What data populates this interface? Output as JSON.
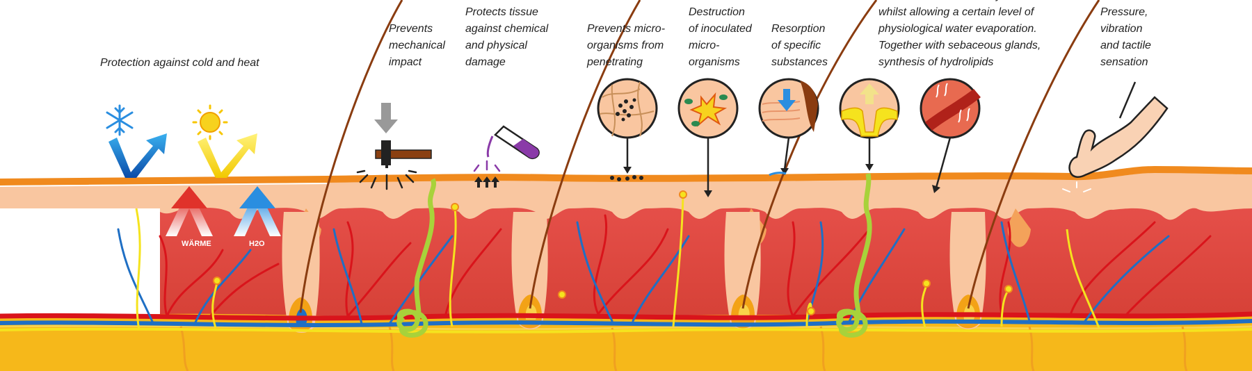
{
  "captions": [
    {
      "id": "thermal",
      "text": "Protection against cold and heat"
    },
    {
      "id": "mechanical",
      "text": "Prevents\nmechanical\nimpact"
    },
    {
      "id": "chemical",
      "text": "Protects tissue\nagainst chemical\nand physical\ndamage"
    },
    {
      "id": "microorganisms-penetrating",
      "text": "Prevents micro-\norganisms from\npenetrating"
    },
    {
      "id": "microorganisms-destruction",
      "text": "Destruction\nof inoculated\nmicro-\norganisms"
    },
    {
      "id": "resorption",
      "text": "Resorption\nof specific\nsubstances"
    },
    {
      "id": "dehydration",
      "text": "Prevents excessive dehydration,\nwhilst allowing a certain level of\nphysiological water evaporation.\nTogether with sebaceous glands,\nsynthesis of hydrolipids"
    },
    {
      "id": "sensation",
      "text": "Pressure,\nvibration\nand tactile\nsensation"
    }
  ],
  "arrow_labels": {
    "heat": "WÄRME",
    "water": "H2O"
  },
  "icons": [
    "snowflake-icon",
    "sun-icon",
    "hammer-icon",
    "test-tube-icon",
    "microorganism-inset-icon",
    "destruction-inset-icon",
    "resorption-inset-icon",
    "evaporation-inset-icon",
    "vessel-inset-icon",
    "finger-icon"
  ],
  "colors": {
    "epidermis_orange": "#f08a1e",
    "epidermis_peach": "#f9c6a0",
    "dermis_red": "#e6504a",
    "subcutis_yellow": "#f6b81a",
    "artery": "#d9141b",
    "vein": "#1f6fc4",
    "nerve": "#f5e31e",
    "sweat_gland": "#a8d23a",
    "hair": "#8a3c10"
  }
}
